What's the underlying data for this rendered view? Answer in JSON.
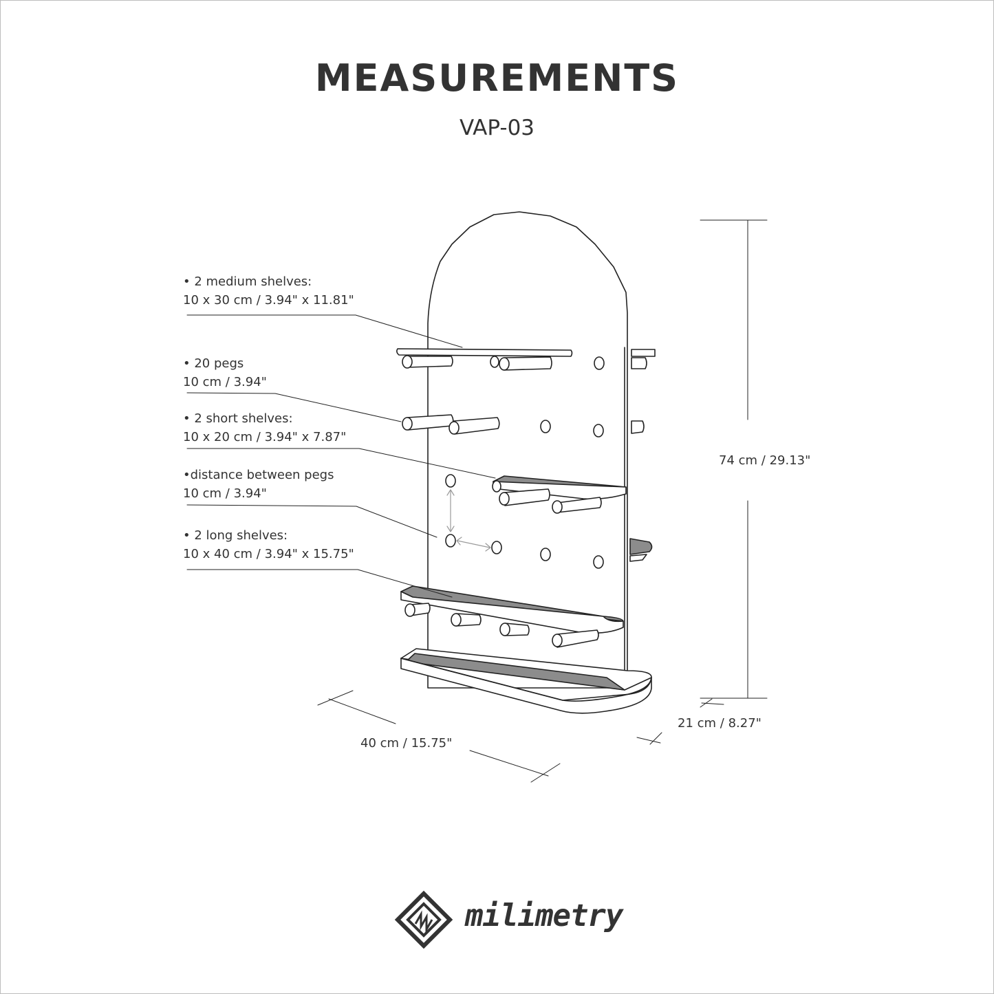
{
  "title": "MEASUREMENTS",
  "model": "VAP-03",
  "notes": {
    "medium_shelves": {
      "line1": "• 2 medium shelves:",
      "line2": "10 x 30 cm / 3.94\" x 11.81\""
    },
    "pegs": {
      "line1": "• 20 pegs",
      "line2": "10 cm / 3.94\""
    },
    "short_shelves": {
      "line1": "• 2 short shelves:",
      "line2": "10 x 20 cm / 3.94\" x 7.87\""
    },
    "peg_distance": {
      "line1": "•distance between pegs",
      "line2": "10 cm / 3.94\""
    },
    "long_shelves": {
      "line1": "• 2 long shelves:",
      "line2": "10 x 40 cm / 3.94\" x 15.75\""
    }
  },
  "dimensions": {
    "height": "74 cm / 29.13\"",
    "width": "40 cm / 15.75\"",
    "depth": "21 cm / 8.27\""
  },
  "brand": {
    "name": "milimetry",
    "logo_icon": "diamond-m-logo-icon"
  },
  "colors": {
    "line": "#222222",
    "shelf_fill": "#8c8c8c",
    "peg_fill": "#ffffff",
    "arrow": "#9a9a9a"
  }
}
